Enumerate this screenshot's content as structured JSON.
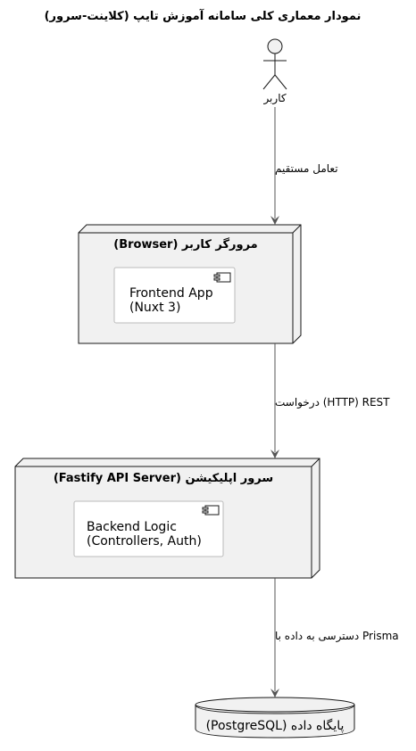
{
  "diagram": {
    "title": "نمودار معماری کلی سامانه آموزش تایپ (کلاینت-سرور)",
    "actor": {
      "label": "کاربر",
      "icon": "stick-figure-icon"
    },
    "edges": [
      {
        "label": "تعامل مستقیم"
      },
      {
        "label": "درخواست (HTTP) REST"
      },
      {
        "label": "دسترسی به داده با Prisma"
      }
    ],
    "nodes": [
      {
        "title": "مرورگر کاربر (Browser)",
        "component": {
          "line1": "Frontend App",
          "line2": "(Nuxt 3)"
        }
      },
      {
        "title": "سرور اپلیکیشن (Fastify API Server)",
        "component": {
          "line1": "Backend Logic",
          "line2": "(Controllers, Auth)"
        }
      }
    ],
    "database": {
      "label": "پایگاه داده (PostgreSQL)"
    },
    "colors": {
      "node_fill": "#f1f1f1",
      "border": "#181818",
      "line": "#555555",
      "component_fill": "#ffffff",
      "component_border": "#bbbbbb"
    }
  }
}
